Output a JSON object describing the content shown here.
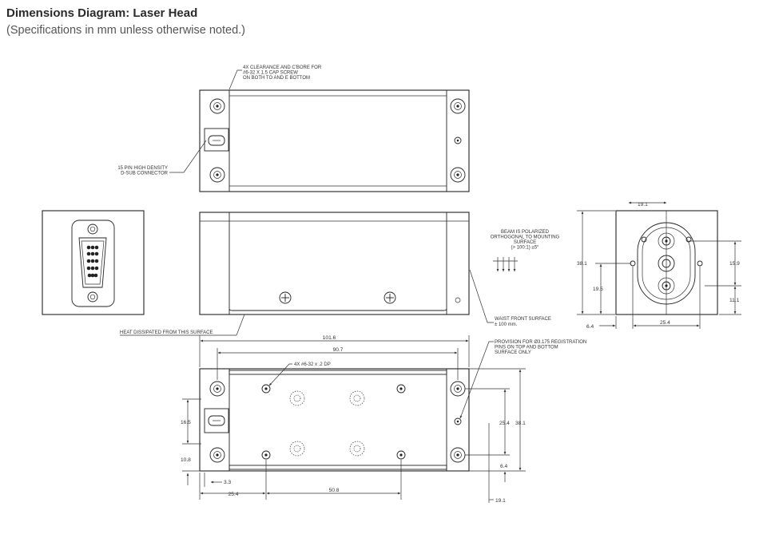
{
  "header": {
    "title": "Dimensions Diagram: Laser Head",
    "subtitle": "(Specifications in mm unless otherwise noted.)"
  },
  "annotations": {
    "clearance": [
      "4X CLEARANCE AND C'BORE FOR",
      "#6-32 X 1.5 CAP SCREW",
      "ON BOTH TO AND E BOTTOM"
    ],
    "dsub": [
      "15 PIN HIGH DENSITY",
      "D-SUB CONNECTOR"
    ],
    "heat": "HEAT DISSIPATED FROM THIS SURFACE",
    "beam": [
      "BEAM IS POLARIZED",
      "ORTHOGONAL TO MOUNTING",
      "SURFACE",
      "(> 100:1)     ±5°"
    ],
    "waist": [
      "WAIST FRONT SURFACE",
      "± 100 mm."
    ],
    "tapped": "4X #6-32 x .2 DP",
    "provision": [
      "PROVISION FOR        Ø3.175 REGISTRATION",
      "PINS ON TOP AND BOTTOM",
      "SURFACE ONLY"
    ]
  },
  "dimensions": {
    "length_overall": "101.6",
    "hole_spacing_long": "90.7",
    "height_right": "38.1",
    "hole_spacing_short": "25.4",
    "edge_offset_right": "6.4",
    "connector_height": "16.5",
    "connector_offset": "10.8",
    "connector_setback": "3.3",
    "left_offset": "25.4",
    "center_spacing": "50.8",
    "right_offset": "19.1",
    "end_top_offset": "19.1",
    "end_height": "38.1",
    "end_beam_height": "19.5",
    "end_side_offset": "6.4",
    "end_pin_spacing": "25.4",
    "end_right_upper": "15.9",
    "end_right_lower": "11.1"
  }
}
